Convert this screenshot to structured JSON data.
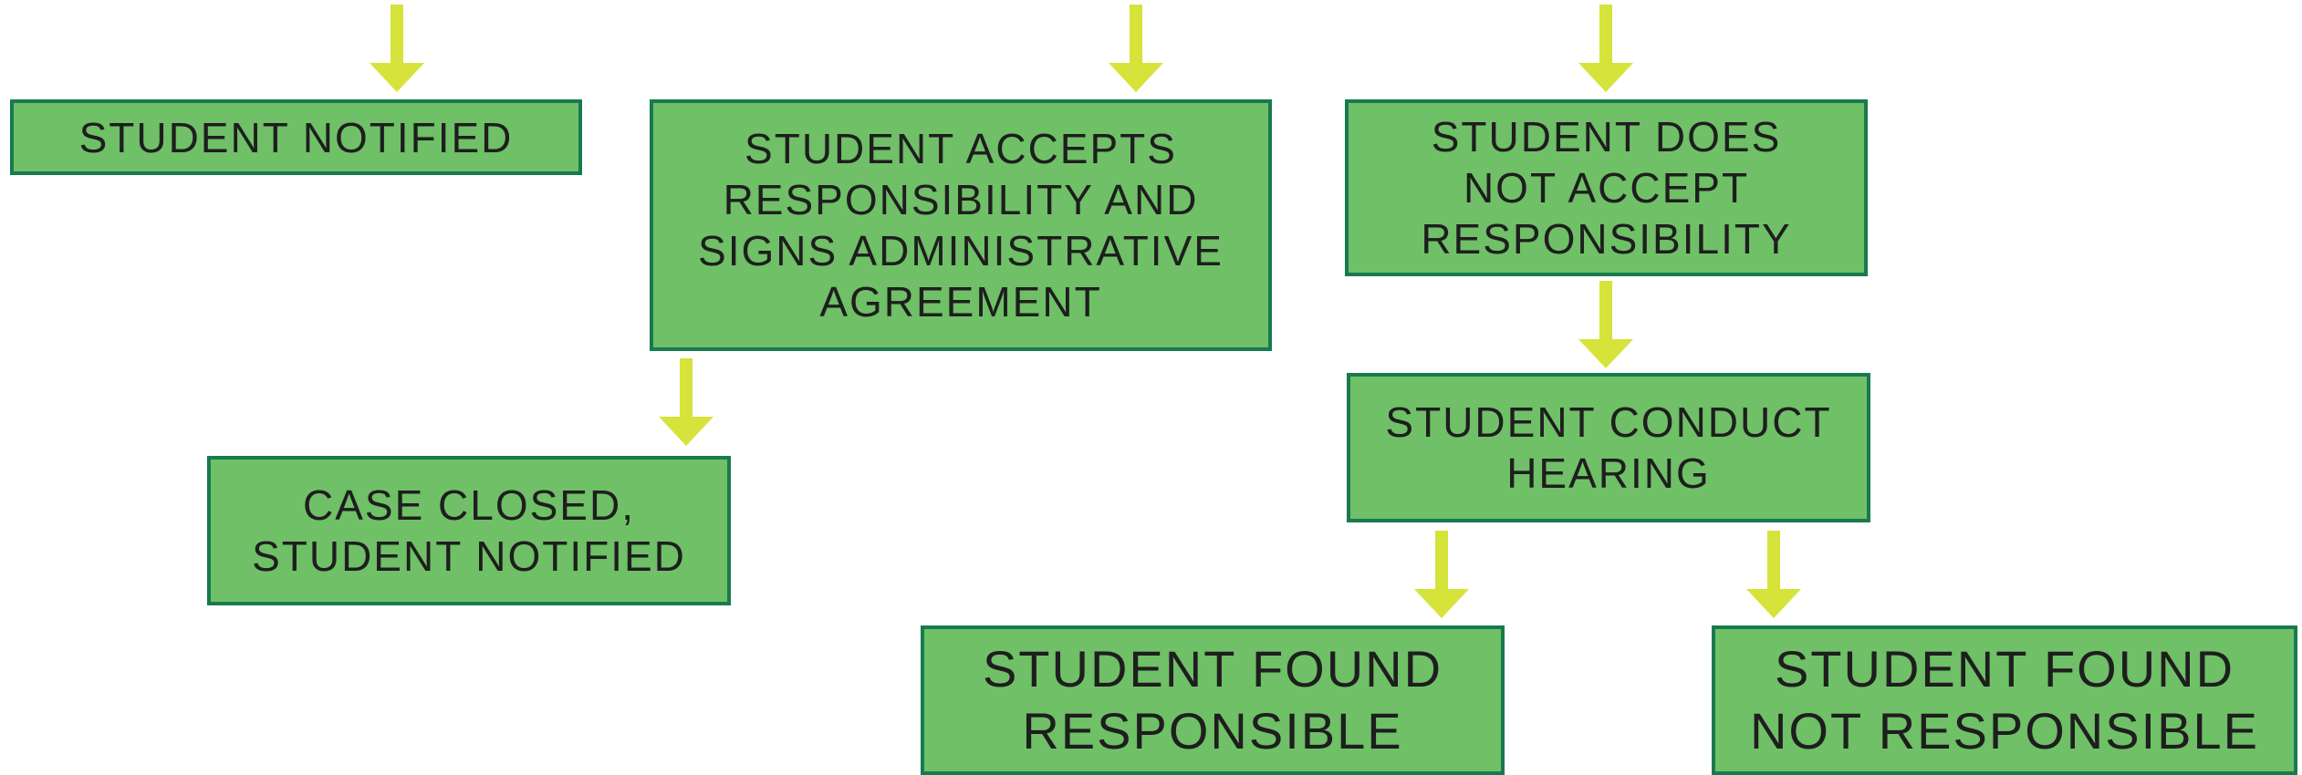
{
  "colors": {
    "box_fill": "#6fc067",
    "box_border": "#187a4f",
    "arrow": "#d6e33a",
    "text": "#1e1e1e"
  },
  "nodes": {
    "student_notified": "STUDENT NOTIFIED",
    "student_accepts": "STUDENT ACCEPTS\nRESPONSIBILITY AND\nSIGNS ADMINISTRATIVE\nAGREEMENT",
    "student_does_not_accept": "STUDENT DOES\nNOT ACCEPT\nRESPONSIBILITY",
    "case_closed": "CASE CLOSED,\nSTUDENT NOTIFIED",
    "conduct_hearing": "STUDENT CONDUCT\nHEARING",
    "found_responsible": "STUDENT FOUND\nRESPONSIBLE",
    "found_not_responsible": "STUDENT FOUND\nNOT RESPONSIBLE"
  }
}
